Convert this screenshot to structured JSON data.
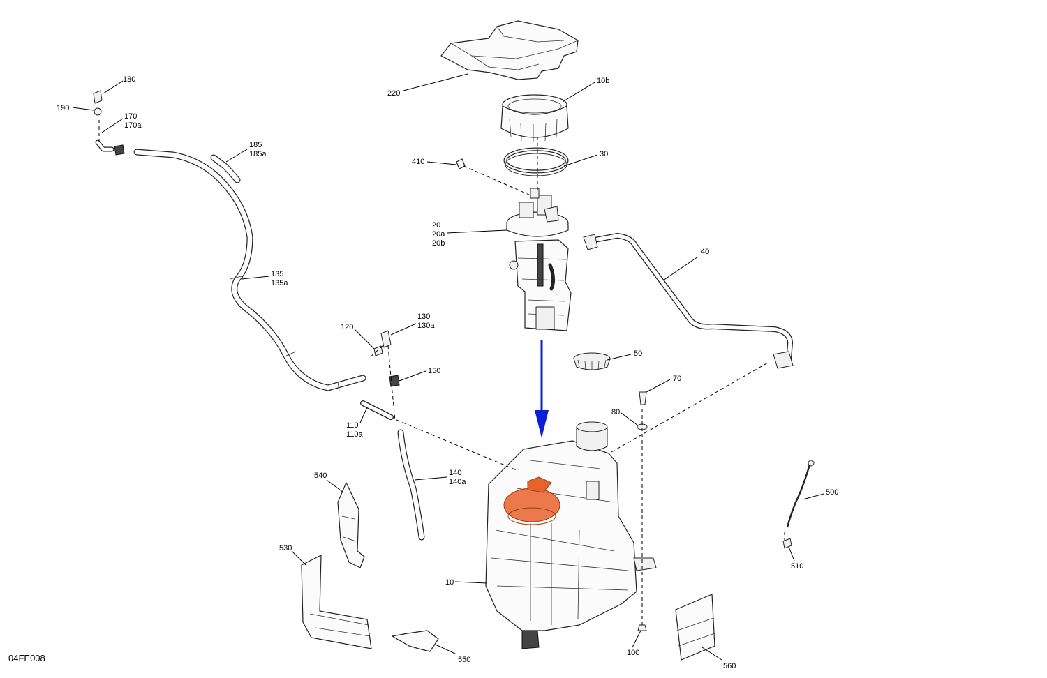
{
  "diagram_code": "04FE008",
  "accent_color": "#0a1fd6",
  "highlight_color": "#e8622c",
  "callouts": {
    "c10": "10",
    "c10b": "10b",
    "c20": "20",
    "c20a": "20a",
    "c20b": "20b",
    "c30": "30",
    "c40": "40",
    "c50": "50",
    "c70": "70",
    "c80": "80",
    "c100": "100",
    "c110": "110",
    "c110a": "110a",
    "c120": "120",
    "c130": "130",
    "c130a": "130a",
    "c135": "135",
    "c135a": "135a",
    "c140": "140",
    "c140a": "140a",
    "c150": "150",
    "c170": "170",
    "c170a": "170a",
    "c180": "180",
    "c185": "185",
    "c185a": "185a",
    "c190": "190",
    "c220": "220",
    "c410": "410",
    "c500": "500",
    "c510": "510",
    "c530": "530",
    "c540": "540",
    "c550": "550",
    "c560": "560"
  }
}
